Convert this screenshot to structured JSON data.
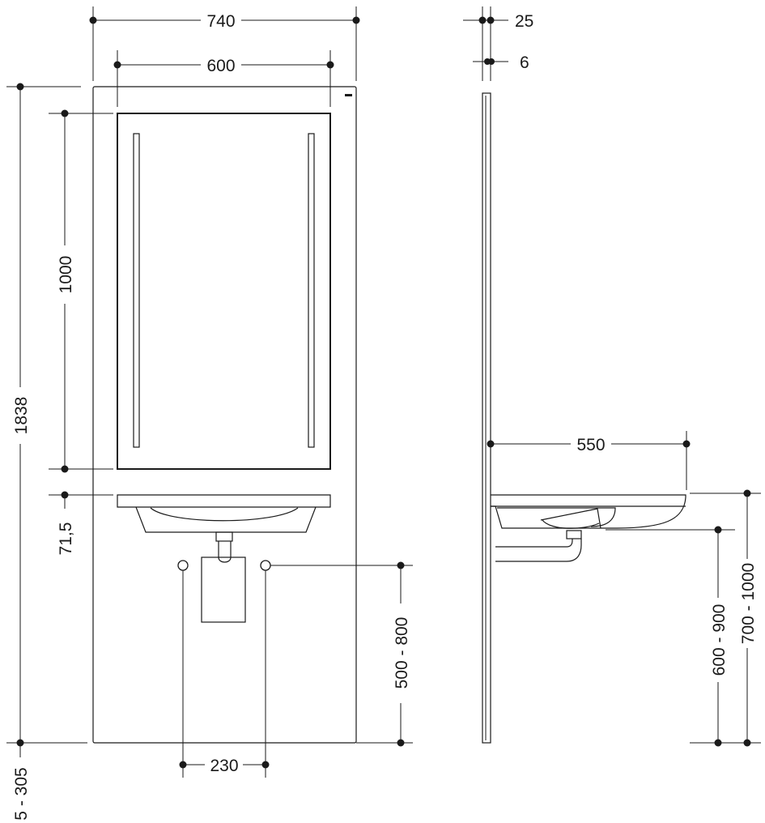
{
  "front_view": {
    "dim_panel_width": "740",
    "dim_mirror_width": "600",
    "dim_mirror_height": "1000",
    "dim_total_height": "1838",
    "dim_mirror_to_basin": "71,5",
    "dim_connection_height": "500 - 800",
    "dim_connection_spacing": "230",
    "dim_floor_clearance": "5 - 305"
  },
  "side_view": {
    "dim_panel_depth": "25",
    "dim_mirror_thickness": "6",
    "dim_basin_depth": "550",
    "dim_basin_underside_height": "600 - 900",
    "dim_basin_rim_height": "700 - 1000"
  }
}
